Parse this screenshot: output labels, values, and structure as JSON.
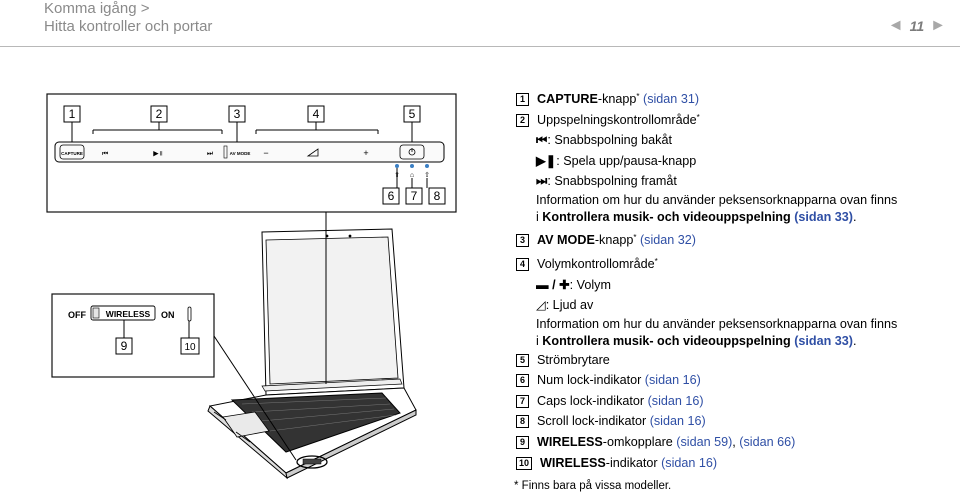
{
  "header": {
    "title_line1": "Komma igång >",
    "title_line2": "Hitta kontroller och portar",
    "page_number": "11",
    "prev_arrow": "◄",
    "next_arrow": "►"
  },
  "diagram": {
    "callouts_top": [
      "1",
      "2",
      "3",
      "4",
      "5"
    ],
    "callouts_indicators": [
      "6",
      "7",
      "8"
    ],
    "callouts_wireless": [
      "9",
      "10"
    ],
    "panel_labels": {
      "capture": "CAPTURE",
      "av_mode": "AV MODE",
      "minus": "−",
      "plus": "+",
      "off": "OFF",
      "wireless": "WIRELESS",
      "on": "ON"
    }
  },
  "items": [
    {
      "num": "1",
      "bold": "CAPTURE",
      "rest": "-knapp",
      "star": "*",
      "link": "(sidan 31)"
    },
    {
      "num": "2",
      "plain": "Uppspelningskontrollområde",
      "star": "*",
      "subs": [
        {
          "icon": "prev",
          "text": ": Snabbspolning bakåt"
        },
        {
          "icon": "playpause",
          "text": ": Spela upp/pausa-knapp"
        },
        {
          "icon": "next",
          "text": ": Snabbspolning framåt"
        }
      ],
      "info_line1": "Information om hur du använder peksensorknapparna ovan finns",
      "info_prefix": "i ",
      "info_bold": "Kontrollera musik- och videouppspelning",
      "info_link": "(sidan 33)",
      "info_end": "."
    },
    {
      "num": "3",
      "bold": "AV MODE",
      "rest": "-knapp",
      "star": "*",
      "link": "(sidan 32)"
    },
    {
      "num": "4",
      "plain": "Volymkontrollområde",
      "star": "*",
      "subs": [
        {
          "icon": "volume",
          "text": ": Volym"
        },
        {
          "icon": "mute",
          "text": ": Ljud av"
        }
      ],
      "info_line1": "Information om hur du använder peksensorknapparna ovan finns",
      "info_prefix": "i ",
      "info_bold": "Kontrollera musik- och videouppspelning",
      "info_link": "(sidan 33)",
      "info_end": "."
    },
    {
      "num": "5",
      "plain": "Strömbrytare"
    },
    {
      "num": "6",
      "plain": "Num lock-indikator",
      "link": "(sidan 16)"
    },
    {
      "num": "7",
      "plain": "Caps lock-indikator",
      "link": "(sidan 16)"
    },
    {
      "num": "8",
      "plain": "Scroll lock-indikator",
      "link": "(sidan 16)"
    },
    {
      "num": "9",
      "bold": "WIRELESS",
      "rest": "-omkopplare",
      "link": "(sidan 59)",
      "link2": "(sidan 66)"
    },
    {
      "num": "10",
      "bold": "WIRELESS",
      "rest": "-indikator",
      "link": "(sidan 16)"
    }
  ],
  "footnote": "*   Finns bara på vissa modeller."
}
